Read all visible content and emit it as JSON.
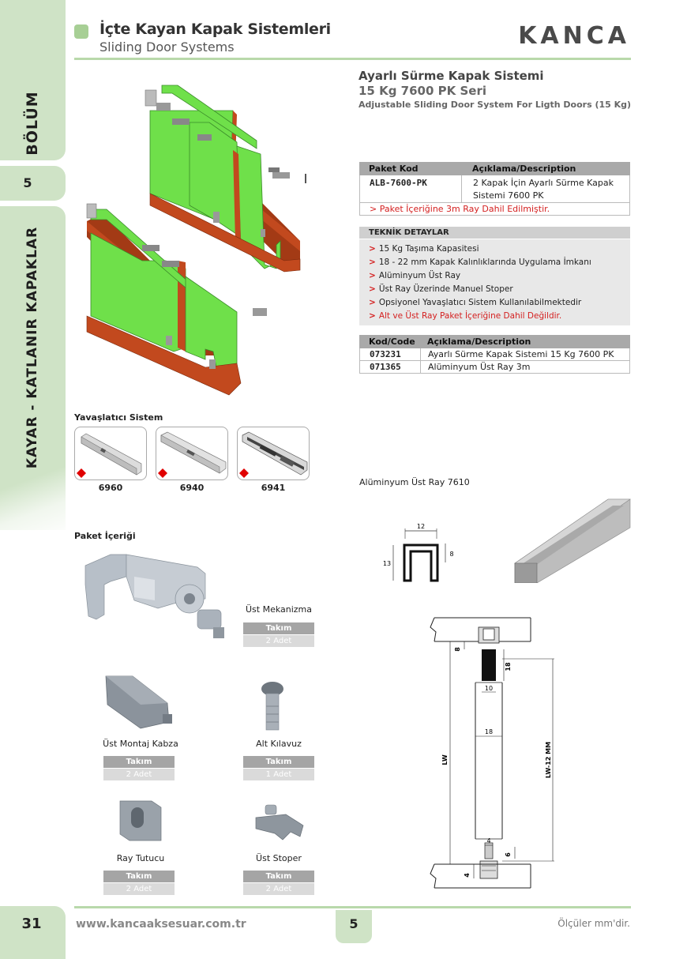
{
  "header": {
    "title": "İçte Kayan Kapak Sistemleri",
    "subtitle": "Sliding Door Systems",
    "brand": "KANCA"
  },
  "sidebar": {
    "section_word": "BÖLÜM",
    "section_number": "5",
    "category": "KAYAR - KATLANIR KAPAKLAR",
    "page_number": "31"
  },
  "product": {
    "title": "Ayarlı Sürme Kapak Sistemi",
    "series": "15 Kg 7600 PK Seri",
    "english": "Adjustable Sliding Door System For Ligth Doors (15 Kg)"
  },
  "package_table": {
    "headers": [
      "Paket Kod",
      "Açıklama/Description"
    ],
    "code": "ALB-7600-PK",
    "description": "2 Kapak İçin Ayarlı Sürme Kapak Sistemi 7600 PK",
    "note": "> Paket İçeriğine 3m Ray Dahil Edilmiştir."
  },
  "tech": {
    "heading": "TEKNİK DETAYLAR",
    "items": [
      "15 Kg Taşıma Kapasitesi",
      "18 - 22 mm Kapak Kalınlıklarında Uygulama İmkanı",
      "Alüminyum Üst Ray",
      "Üst Ray Üzerinde Manuel Stoper",
      "Opsiyonel Yavaşlatıcı Sistem Kullanılabilmektedir",
      "Alt ve Üst Ray Paket İçeriğine Dahil Değildir."
    ],
    "arrow": ">"
  },
  "codes_table": {
    "headers": [
      "Kod/Code",
      "Açıklama/Description"
    ],
    "rows": [
      [
        "073231",
        "Ayarlı Sürme Kapak Sistemi 15 Kg 7600 PK"
      ],
      [
        "071365",
        "Alüminyum Üst Ray 3m"
      ]
    ]
  },
  "dampers": {
    "label": "Yavaşlatıcı Sistem",
    "codes": [
      "6960",
      "6940",
      "6941"
    ]
  },
  "rail": {
    "label": "Alüminyum Üst Ray 7610",
    "dims": [
      "12",
      "13",
      "8"
    ]
  },
  "package": {
    "label": "Paket İçeriği",
    "badge_label": "Takım",
    "items": [
      {
        "name": "Üst Mekanizma",
        "qty": "2 Adet"
      },
      {
        "name": "Üst Montaj Kabza",
        "qty": "2 Adet"
      },
      {
        "name": "Alt Kılavuz",
        "qty": "1 Adet"
      },
      {
        "name": "Ray Tutucu",
        "qty": "2 Adet"
      },
      {
        "name": "Üst Stoper",
        "qty": "2 Adet"
      }
    ]
  },
  "drawing": {
    "dims": [
      "8",
      "18",
      "10",
      "18",
      "LW",
      "LW-12 MM",
      "4",
      "6",
      "4"
    ]
  },
  "footer": {
    "url": "www.kancaaksesuar.com.tr",
    "tab": "5",
    "note": "Ölçüler mm'dir."
  },
  "colors": {
    "accent_green": "#cfe3c6",
    "door_green": "#6fe04a",
    "wood_brown": "#c2491e",
    "alert_red": "#d42020"
  }
}
